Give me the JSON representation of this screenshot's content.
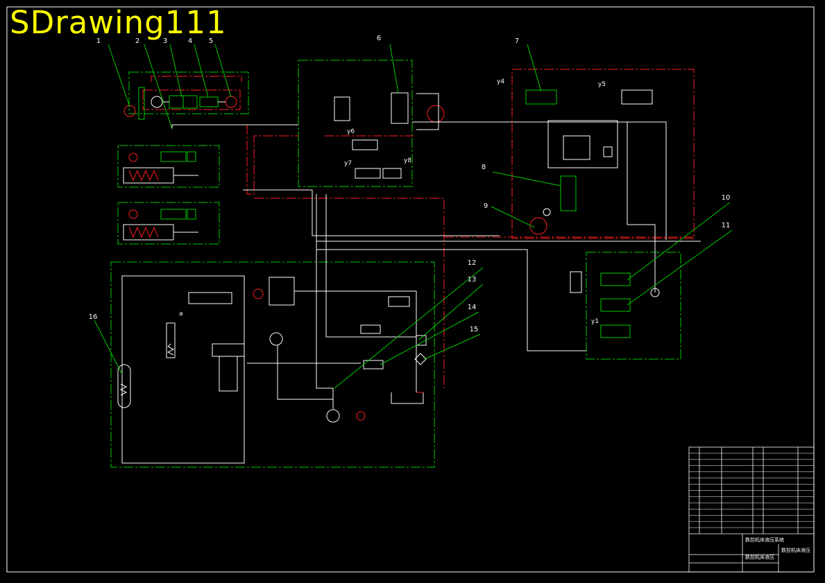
{
  "watermark": "SDrawing111",
  "colors": {
    "background": "#000000",
    "line": "#ffffff",
    "pressure_line": "#ff2020",
    "group_border": "#00cc00",
    "watermark": "#ffff00"
  },
  "callouts": [
    "1",
    "2",
    "3",
    "4",
    "5",
    "6",
    "7",
    "8",
    "9",
    "10",
    "11",
    "12",
    "13",
    "14",
    "15",
    "16"
  ],
  "valve_tags": [
    "y4",
    "y5",
    "y6",
    "y7",
    "y8",
    "y1",
    "a"
  ],
  "title_block": {
    "row_count": 14,
    "drawing_name": "数控机床液压系统",
    "footer_left": "数控机床液压",
    "footer_right": "数控机床液压"
  }
}
